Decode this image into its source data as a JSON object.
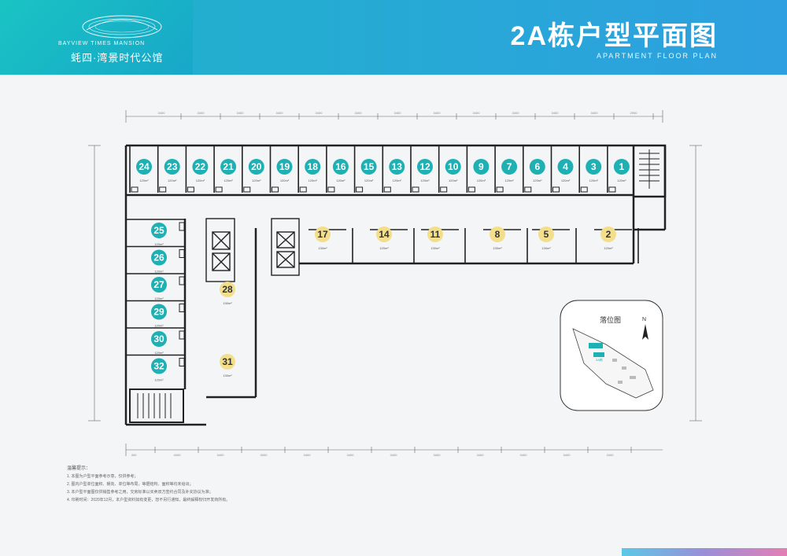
{
  "header": {
    "logo_en": "BAYVIEW TIMES MANSION",
    "logo_cn": "蚝四·湾景时代公馆",
    "title": "2A栋户型平面图",
    "subtitle": "APARTMENT FLOOR PLAN"
  },
  "colors": {
    "teal": "#1fb0b3",
    "yellow": "#f3de8c",
    "header": "#27a9d6"
  },
  "top_units": [
    {
      "num": "24",
      "area": "120m²"
    },
    {
      "num": "23",
      "area": "120m²"
    },
    {
      "num": "22",
      "area": "120m²"
    },
    {
      "num": "21",
      "area": "120m²"
    },
    {
      "num": "20",
      "area": "120m²"
    },
    {
      "num": "19",
      "area": "120m²"
    },
    {
      "num": "18",
      "area": "120m²"
    },
    {
      "num": "16",
      "area": "120m²"
    },
    {
      "num": "15",
      "area": "120m²"
    },
    {
      "num": "13",
      "area": "120m²"
    },
    {
      "num": "12",
      "area": "120m²"
    },
    {
      "num": "10",
      "area": "120m²"
    },
    {
      "num": "9",
      "area": "120m²"
    },
    {
      "num": "7",
      "area": "120m²"
    },
    {
      "num": "6",
      "area": "120m²"
    },
    {
      "num": "4",
      "area": "120m²"
    },
    {
      "num": "3",
      "area": "120m²"
    },
    {
      "num": "1",
      "area": "120m²"
    }
  ],
  "left_units": [
    {
      "num": "25",
      "area": "120m²"
    },
    {
      "num": "26",
      "area": "120m²"
    },
    {
      "num": "27",
      "area": "120m²"
    },
    {
      "num": "29",
      "area": "120m²"
    },
    {
      "num": "30",
      "area": "120m²"
    },
    {
      "num": "32",
      "area": "120m²"
    }
  ],
  "mid_units": [
    {
      "num": "17",
      "area": "130m²"
    },
    {
      "num": "14",
      "area": "120m²"
    },
    {
      "num": "11",
      "area": "130m²"
    },
    {
      "num": "8",
      "area": "130m²"
    },
    {
      "num": "5",
      "area": "130m²"
    },
    {
      "num": "2",
      "area": "120m²"
    }
  ],
  "core_units": [
    {
      "num": "28",
      "area": "130m²"
    },
    {
      "num": "31",
      "area": "130m²"
    }
  ],
  "dims_top": [
    "3400",
    "3400",
    "3400",
    "3400",
    "3400",
    "3400",
    "3400",
    "3400",
    "3400",
    "3400",
    "3400",
    "3400",
    "2900"
  ],
  "dims_bottom": [
    "300",
    "4000",
    "3400",
    "3000",
    "3400",
    "3400",
    "3400",
    "3400",
    "3400",
    "3400",
    "3400",
    "3400"
  ],
  "location_map": {
    "title": "落位图",
    "north": "N",
    "tag": "2A栋"
  },
  "notes": {
    "title": "温馨提示：",
    "items": [
      "1. 本图为户型平面参考示意，仅供参考；",
      "2. 图内户型单位面积、朝向、单位等布局，等据结构、面积等均未给出；",
      "3. 本户型平面图仅供销售参考之用，交房标准以买卖双方签约合同及补充协议为准；",
      "4. 印刷时间：2020年12月，本户型资料如有变更，恕不另行通知，最终解释权归开发商所有。"
    ]
  }
}
